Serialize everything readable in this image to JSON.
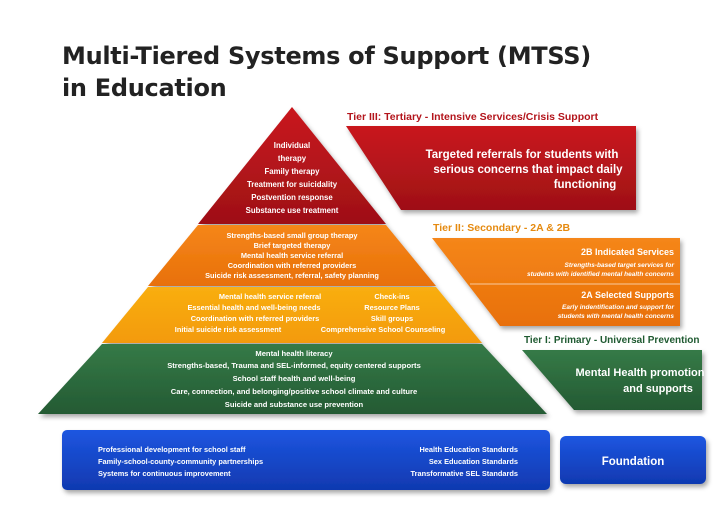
{
  "title": {
    "line1": "Multi-Tiered Systems of Support (MTSS)",
    "line2": "in Education"
  },
  "colors": {
    "tier3": "#b3141b",
    "tier2": "#f07c0e",
    "tier2b": "#f7a50c",
    "tier1": "#2b6a3c",
    "foundation": "#1546c9",
    "tier3_heading": "#b3141b",
    "tier2_heading": "#e58a10",
    "tier1_heading": "#1f5a31"
  },
  "pyramid": {
    "tier3": [
      "Individual",
      "therapy",
      "Family therapy",
      "Treatment for suicidality",
      "Postvention response",
      "Substance use treatment"
    ],
    "tier2b": [
      "Strengths-based small group therapy",
      "Brief targeted therapy",
      "Mental health service referral",
      "Coordination with referred providers",
      "Suicide risk assessment, referral, safety planning"
    ],
    "tier2a_left": [
      "Mental health service referral",
      "Essential health and well-being needs",
      "Coordination with referred providers",
      "Initial suicide risk assessment"
    ],
    "tier2a_right": [
      "Check-ins",
      "Resource Plans",
      "Skill groups",
      "Comprehensive School Counseling"
    ],
    "tier1": [
      "Mental health literacy",
      "Strengths-based, Trauma and SEL-informed, equity centered supports",
      "School staff health and well-being",
      "Care, connection, and belonging/positive school climate and culture",
      "Suicide and substance use prevention"
    ]
  },
  "foundation": {
    "left": [
      "Professional development for school staff",
      "Family-school-county-community partnerships",
      "Systems for continuous improvement"
    ],
    "right": [
      "Health Education Standards",
      "Sex Education Standards",
      "Transformative SEL Standards"
    ],
    "label": "Foundation"
  },
  "tiers": {
    "tier3_heading": "Tier III: Tertiary - Intensive Services/Crisis Support",
    "tier3_desc": [
      "Targeted referrals for students with",
      "serious concerns that impact daily",
      "functioning"
    ],
    "tier2_heading": "Tier II: Secondary - 2A & 2B",
    "tier2b_title": "2B Indicated Services",
    "tier2b_desc": [
      "Strengths-based target services for",
      "students with identified mental health concerns"
    ],
    "tier2a_title": "2A Selected Supports",
    "tier2a_desc": [
      "Early indentification and support for",
      "students with mental health concerns"
    ],
    "tier1_heading": "Tier I: Primary - Universal Prevention",
    "tier1_desc": [
      "Mental Health promotion",
      "and supports"
    ]
  }
}
